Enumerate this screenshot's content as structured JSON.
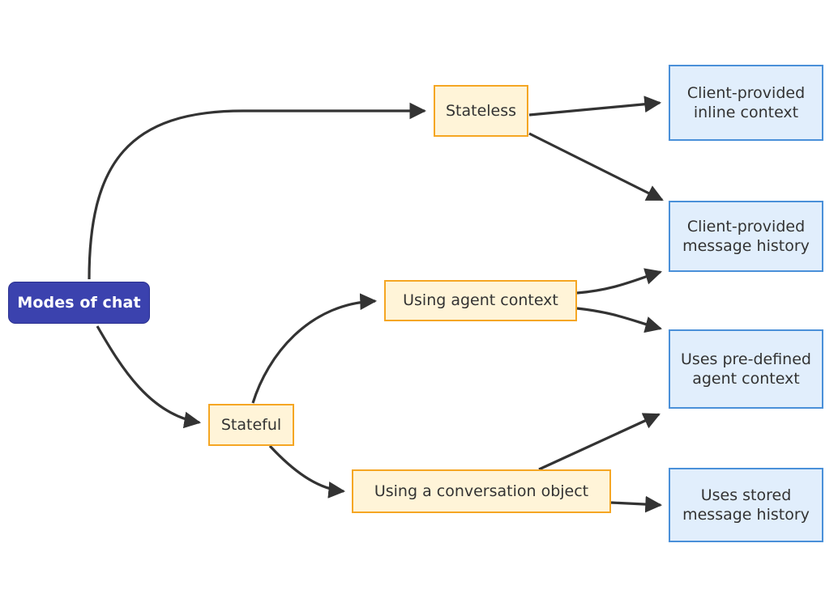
{
  "diagram": {
    "title": "Modes of chat",
    "type": "flowchart",
    "direction": "left-to-right",
    "colors": {
      "root_fill": "#3b42ae",
      "root_text": "#ffffff",
      "branch_fill": "#fff4d8",
      "branch_border": "#f5a623",
      "leaf_fill": "#e1eefc",
      "leaf_border": "#4a90d9",
      "edge": "#333333",
      "background": "#ffffff"
    },
    "nodes": [
      {
        "id": "root",
        "label": "Modes of chat",
        "kind": "root"
      },
      {
        "id": "stateless",
        "label": "Stateless",
        "kind": "branch"
      },
      {
        "id": "stateful",
        "label": "Stateful",
        "kind": "branch"
      },
      {
        "id": "agentctx",
        "label": "Using agent context",
        "kind": "branch"
      },
      {
        "id": "convobj",
        "label": "Using a conversation object",
        "kind": "branch"
      },
      {
        "id": "inline",
        "label": "Client-provided\ninline context",
        "kind": "leaf"
      },
      {
        "id": "msghistory",
        "label": "Client-provided\nmessage history",
        "kind": "leaf"
      },
      {
        "id": "predefined",
        "label": "Uses pre-defined\nagent context",
        "kind": "leaf"
      },
      {
        "id": "storedhist",
        "label": "Uses stored\nmessage history",
        "kind": "leaf"
      }
    ],
    "edges": [
      {
        "from": "root",
        "to": "stateless"
      },
      {
        "from": "root",
        "to": "stateful"
      },
      {
        "from": "stateless",
        "to": "inline"
      },
      {
        "from": "stateless",
        "to": "msghistory"
      },
      {
        "from": "stateful",
        "to": "agentctx"
      },
      {
        "from": "stateful",
        "to": "convobj"
      },
      {
        "from": "agentctx",
        "to": "msghistory"
      },
      {
        "from": "agentctx",
        "to": "predefined"
      },
      {
        "from": "convobj",
        "to": "predefined"
      },
      {
        "from": "convobj",
        "to": "storedhist"
      }
    ]
  }
}
